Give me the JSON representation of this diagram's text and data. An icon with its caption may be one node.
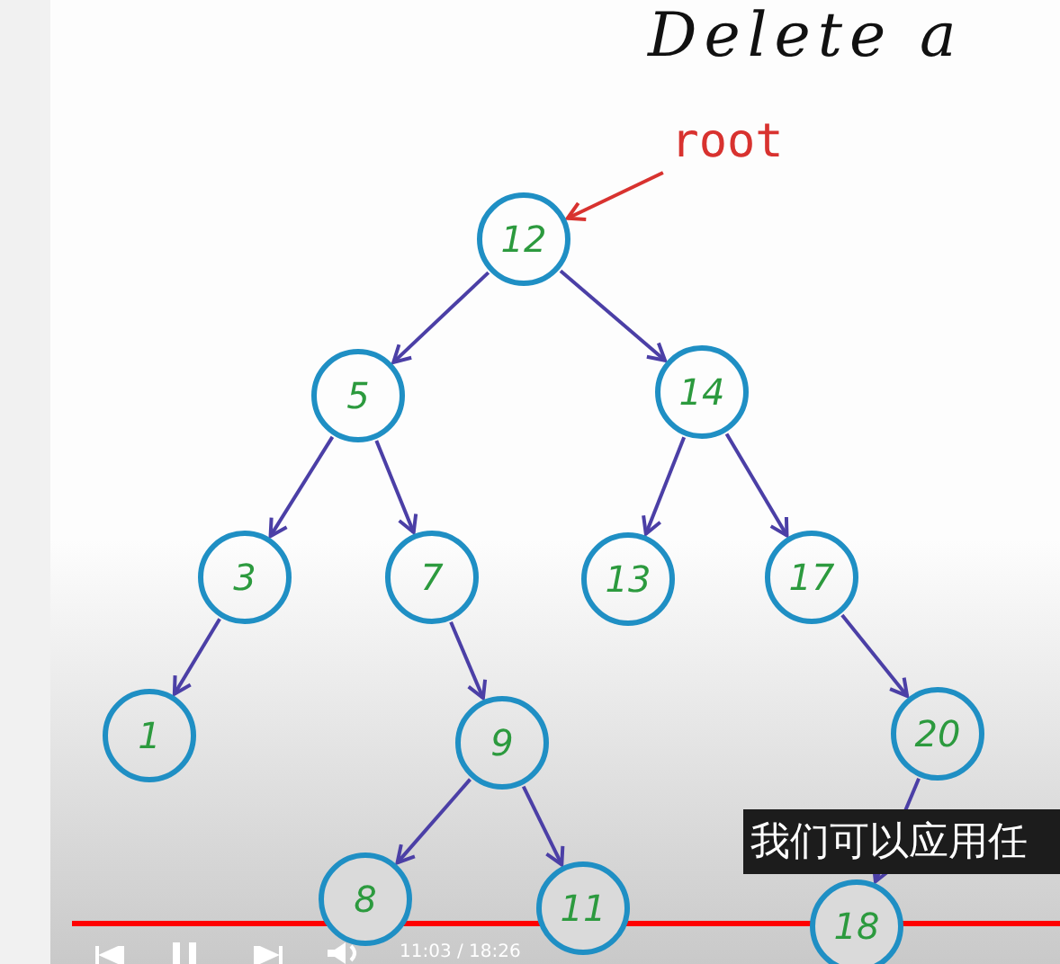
{
  "diagram": {
    "title": "Delete a",
    "nodes": [
      {
        "text": [
          "12"
        ]
      },
      {
        "text": [
          "5"
        ]
      },
      {
        "text": [
          "14"
        ]
      },
      {
        "text": [
          "3"
        ]
      },
      {
        "text": [
          "7"
        ]
      },
      {
        "text": [
          "13"
        ]
      },
      {
        "text": [
          "17"
        ]
      },
      {
        "text": [
          "1"
        ]
      },
      {
        "text": [
          "9"
        ]
      },
      {
        "text": [
          "20"
        ]
      },
      {
        "text": [
          "8"
        ]
      },
      {
        "text": [
          "11"
        ]
      },
      {
        "text": [
          "18"
        ]
      },
      {
        "text": [
          "root"
        ]
      }
    ],
    "edges": [
      {
        "from": 13,
        "to": 0,
        "arrow": "to",
        "color": "#d8322f"
      },
      {
        "from": 0,
        "to": 1,
        "arrow": "to"
      },
      {
        "from": 0,
        "to": 2,
        "arrow": "to"
      },
      {
        "from": 1,
        "to": 3,
        "arrow": "to"
      },
      {
        "from": 1,
        "to": 4,
        "arrow": "to"
      },
      {
        "from": 2,
        "to": 5,
        "arrow": "to"
      },
      {
        "from": 2,
        "to": 6,
        "arrow": "to"
      },
      {
        "from": 3,
        "to": 7,
        "arrow": "to"
      },
      {
        "from": 4,
        "to": 8,
        "arrow": "to"
      },
      {
        "from": 6,
        "to": 9,
        "arrow": "to"
      },
      {
        "from": 8,
        "to": 10,
        "arrow": "to"
      },
      {
        "from": 8,
        "to": 11,
        "arrow": "to"
      },
      {
        "from": 9,
        "to": 12,
        "arrow": "to"
      }
    ],
    "labels": [
      "我们可以应用任",
      "11:03 / 18:26"
    ]
  }
}
